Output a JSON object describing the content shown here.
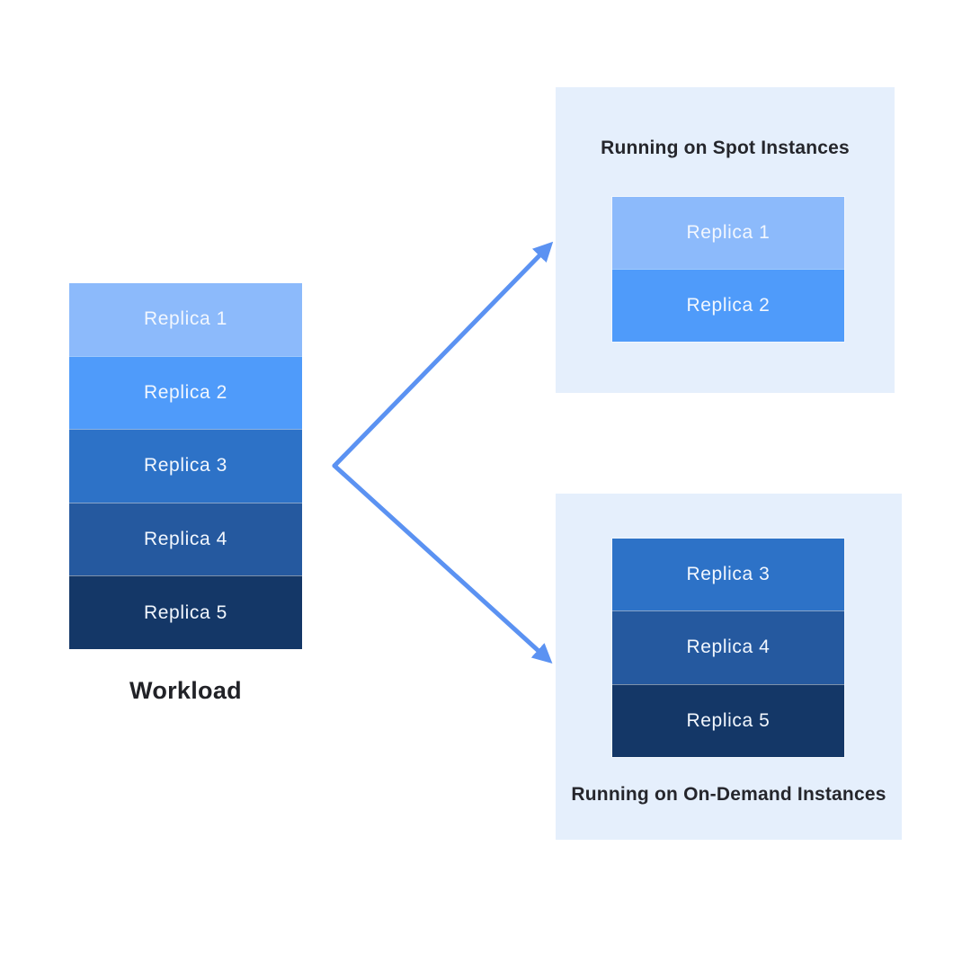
{
  "workload": {
    "label": "Workload",
    "replicas": [
      {
        "label": "Replica 1",
        "color": "#8CBAFB"
      },
      {
        "label": "Replica 2",
        "color": "#4F9BFA"
      },
      {
        "label": "Replica 3",
        "color": "#2D72C7"
      },
      {
        "label": "Replica 4",
        "color": "#25599F"
      },
      {
        "label": "Replica 5",
        "color": "#143767"
      }
    ]
  },
  "spot_panel": {
    "title": "Running on Spot Instances",
    "replicas": [
      {
        "label": "Replica 1",
        "color": "#8CBAFB"
      },
      {
        "label": "Replica 2",
        "color": "#4F9BFA"
      }
    ]
  },
  "on_demand_panel": {
    "title": "Running on On-Demand Instances",
    "replicas": [
      {
        "label": "Replica 3",
        "color": "#2D72C7"
      },
      {
        "label": "Replica 4",
        "color": "#25599F"
      },
      {
        "label": "Replica 5",
        "color": "#143767"
      }
    ]
  },
  "colors": {
    "background": "#FFFFFF",
    "panel_background": "#E5EFFC",
    "arrow": "#5B92F2",
    "heading_text": "#25262C",
    "workload_text": "#212227",
    "replica_text": "#F2F7FE"
  }
}
